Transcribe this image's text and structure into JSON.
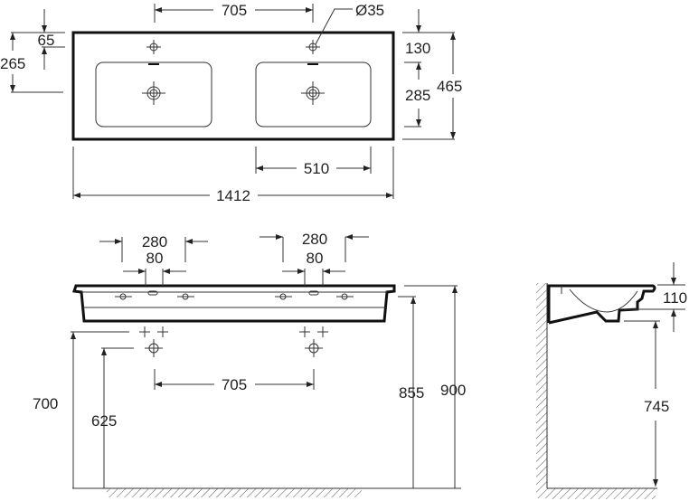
{
  "title": "Double washbasin dimension drawing",
  "top_view": {
    "tap_spacing": "705",
    "tap_hole_diameter": "Ø35",
    "tap_to_edge": "65",
    "drain_to_edge": "265",
    "basin_to_back": "130",
    "basin_depth": "285",
    "total_depth": "465",
    "basin_width": "510",
    "total_width": "1412"
  },
  "front_view": {
    "left_tap_span": "280",
    "left_slot_span": "80",
    "right_tap_span": "280",
    "right_slot_span": "80",
    "drain_spacing": "705",
    "supply_height": "700",
    "waste_height": "625",
    "underside_height": "855",
    "top_height": "900"
  },
  "side_view": {
    "basin_height": "110",
    "underside_height": "745"
  },
  "colors": {
    "line": "#111111",
    "background": "#ffffff"
  }
}
